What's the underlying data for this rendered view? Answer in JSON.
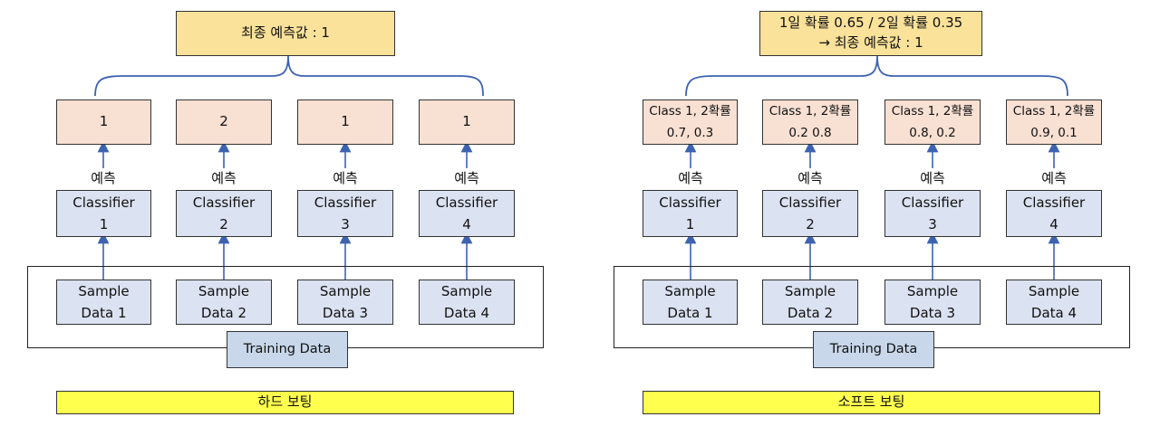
{
  "hard": {
    "final": "최종 예측값 : 1",
    "predictions": [
      "1",
      "2",
      "1",
      "1"
    ],
    "predict_label": "예측",
    "classifiers": [
      {
        "name": "Classifier",
        "num": "1"
      },
      {
        "name": "Classifier",
        "num": "2"
      },
      {
        "name": "Classifier",
        "num": "3"
      },
      {
        "name": "Classifier",
        "num": "4"
      }
    ],
    "samples": [
      {
        "line1": "Sample",
        "line2": "Data 1"
      },
      {
        "line1": "Sample",
        "line2": "Data 2"
      },
      {
        "line1": "Sample",
        "line2": "Data 3"
      },
      {
        "line1": "Sample",
        "line2": "Data 4"
      }
    ],
    "training": "Training Data",
    "caption": "하드 보팅"
  },
  "soft": {
    "final_line1": "1일 확률 0.65 / 2일 확률 0.35",
    "final_line2": "→ 최종 예측값 : 1",
    "predictions": [
      {
        "line1": "Class 1, 2확률",
        "line2": "0.7, 0.3"
      },
      {
        "line1": "Class 1, 2확률",
        "line2": "0.2 0.8"
      },
      {
        "line1": "Class 1, 2확률",
        "line2": "0.8, 0.2"
      },
      {
        "line1": "Class 1, 2확률",
        "line2": "0.9, 0.1"
      }
    ],
    "predict_label": "예측",
    "classifiers": [
      {
        "name": "Classifier",
        "num": "1"
      },
      {
        "name": "Classifier",
        "num": "2"
      },
      {
        "name": "Classifier",
        "num": "3"
      },
      {
        "name": "Classifier",
        "num": "4"
      }
    ],
    "samples": [
      {
        "line1": "Sample",
        "line2": "Data 1"
      },
      {
        "line1": "Sample",
        "line2": "Data 2"
      },
      {
        "line1": "Sample",
        "line2": "Data 3"
      },
      {
        "line1": "Sample",
        "line2": "Data 4"
      }
    ],
    "training": "Training Data",
    "caption": "소프트 보팅"
  },
  "colors": {
    "result_fill": "#fbe29a",
    "prediction_fill": "#f8e0d3",
    "classifier_fill": "#dbe2f1",
    "training_fill": "#c8d7ea",
    "caption_fill": "#ffff4d",
    "connector": "#3d63b0"
  }
}
